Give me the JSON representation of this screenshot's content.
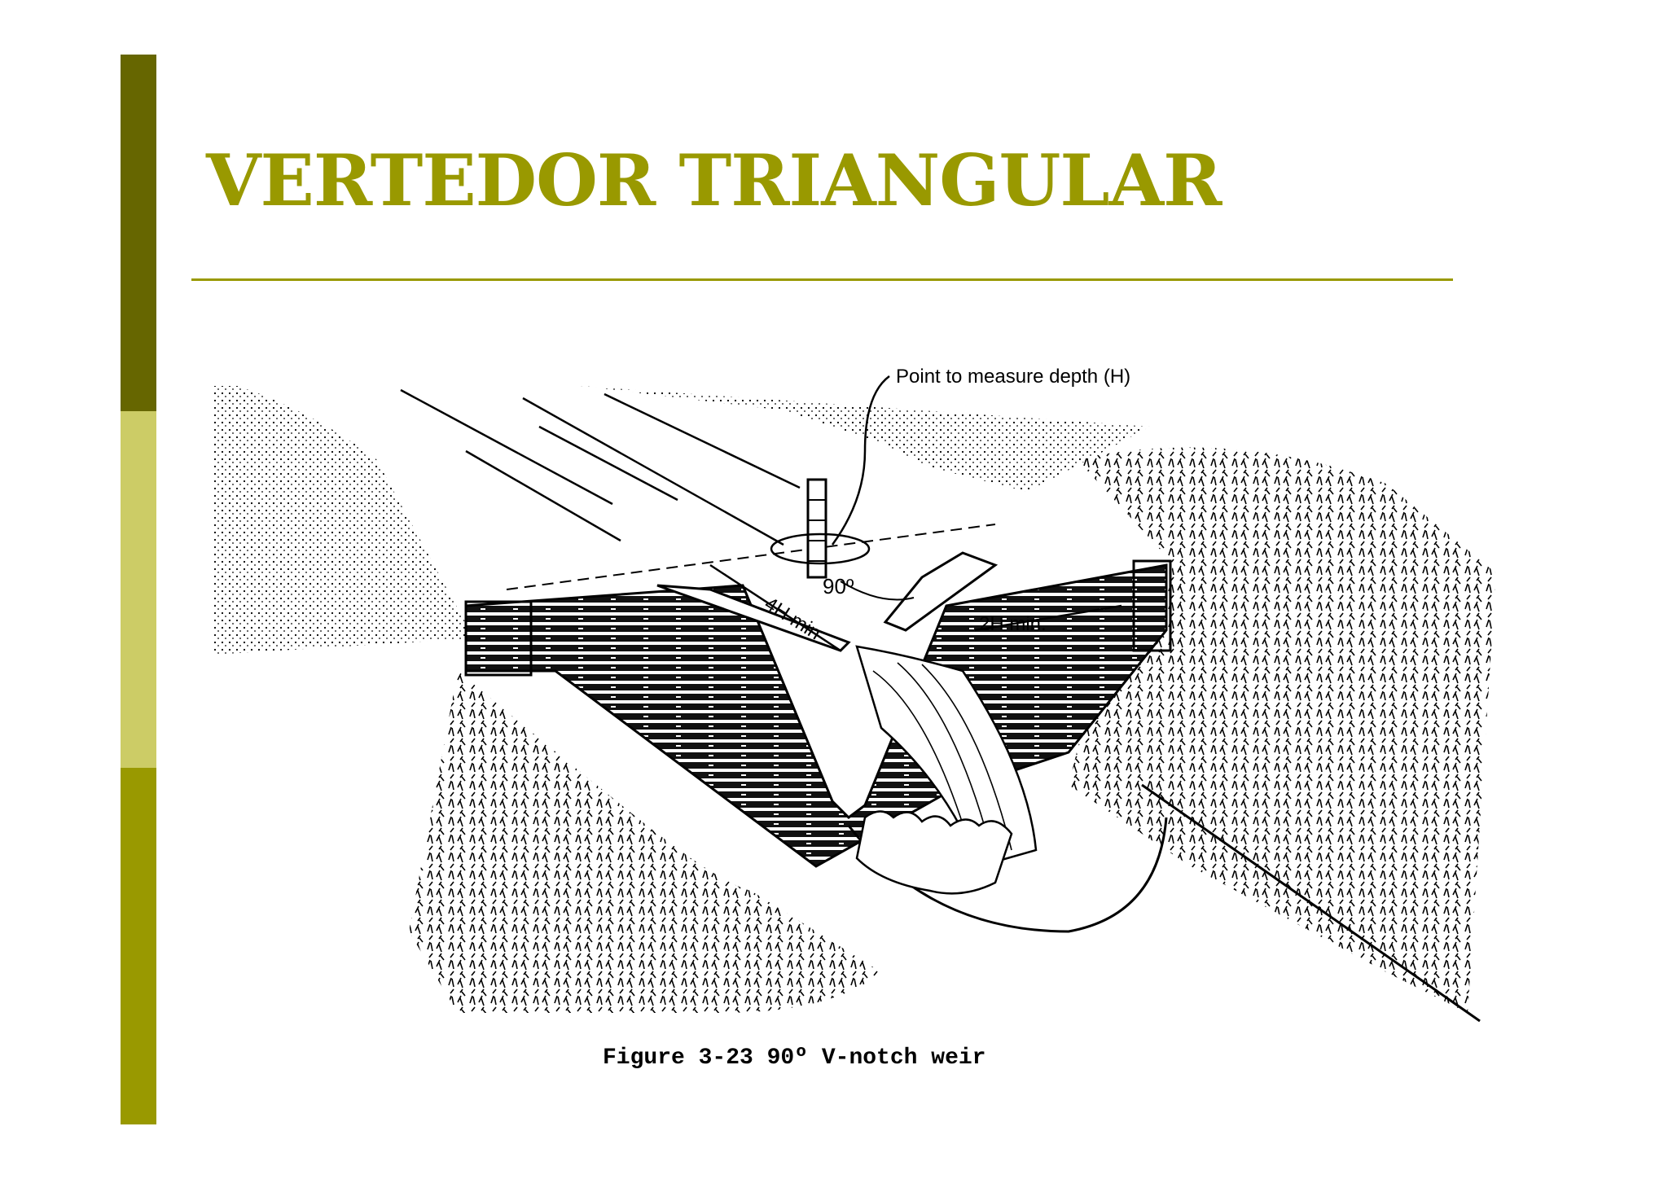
{
  "slide": {
    "title": "VERTEDOR TRIANGULAR",
    "accent_color": "#999900",
    "sidebar_colors": [
      "#666600",
      "#cccc66",
      "#999900"
    ]
  },
  "figure": {
    "annotation_point": "Point to measure depth (H)",
    "angle_label": "90º",
    "distance_upstream": "4H min",
    "distance_side": "2H min.",
    "caption": "Figure 3-23  90º V-notch weir"
  }
}
